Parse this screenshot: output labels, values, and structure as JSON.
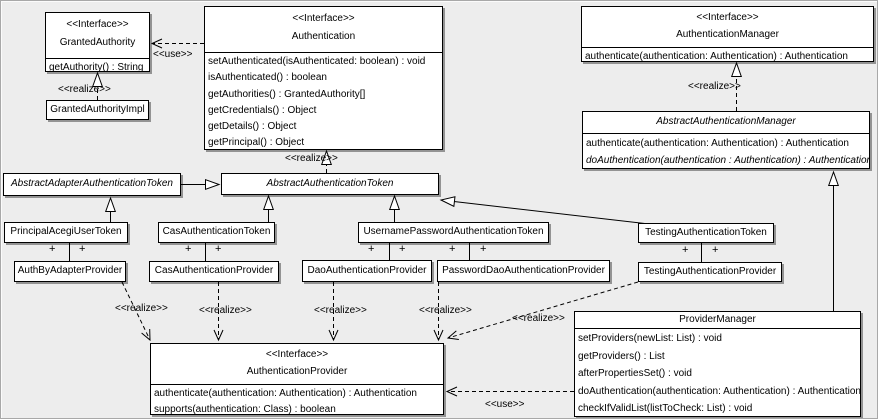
{
  "colors": {
    "background": "#ededed",
    "box_fill": "#ffffff",
    "line": "#000000"
  },
  "edge_labels": {
    "realize": "<<realize>>",
    "use": "<<use>>",
    "plus": "+"
  },
  "classes": {
    "granted_authority": {
      "stereotype": "<<Interface>>",
      "name": "GrantedAuthority",
      "methods": [
        "getAuthority() : String"
      ]
    },
    "granted_authority_impl": {
      "name": "GrantedAuthorityImpl"
    },
    "authentication": {
      "stereotype": "<<Interface>>",
      "name": "Authentication",
      "methods": [
        "setAuthenticated(isAuthenticated: boolean) : void",
        "isAuthenticated() : boolean",
        "getAuthorities() : GrantedAuthority[]",
        "getCredentials() : Object",
        "getDetails() : Object",
        "getPrincipal() : Object"
      ]
    },
    "authentication_manager": {
      "stereotype": "<<Interface>>",
      "name": "AuthenticationManager",
      "methods": [
        "authenticate(authentication: Authentication) : Authentication"
      ]
    },
    "abstract_authentication_manager": {
      "name": "AbstractAuthenticationManager",
      "methods": [
        "authenticate(authentication: Authentication) : Authentication",
        "doAuthentication(authentication : Authentication) : Authentication"
      ]
    },
    "abstract_adapter_authentication_token": {
      "name": "AbstractAdapterAuthenticationToken"
    },
    "abstract_authentication_token": {
      "name": "AbstractAuthenticationToken"
    },
    "principal_acegi_user_token": {
      "name": "PrincipalAcegiUserToken"
    },
    "cas_authentication_token": {
      "name": "CasAuthenticationToken"
    },
    "username_password_authentication_token": {
      "name": "UsernamePasswordAuthenticationToken"
    },
    "testing_authentication_token": {
      "name": "TestingAuthenticationToken"
    },
    "auth_by_adapter_provider": {
      "name": "AuthByAdapterProvider"
    },
    "cas_authentication_provider": {
      "name": "CasAuthenticationProvider"
    },
    "dao_authentication_provider": {
      "name": "DaoAuthenticationProvider"
    },
    "password_dao_authentication_provider": {
      "name": "PasswordDaoAuthenticationProvider"
    },
    "testing_authentication_provider": {
      "name": "TestingAuthenticationProvider"
    },
    "authentication_provider": {
      "stereotype": "<<Interface>>",
      "name": "AuthenticationProvider",
      "methods": [
        "authenticate(authentication: Authentication) : Authentication",
        "supports(authentication: Class) : boolean"
      ]
    },
    "provider_manager": {
      "name": "ProviderManager",
      "methods": [
        "setProviders(newList: List) : void",
        "getProviders() : List",
        "afterPropertiesSet() : void",
        "doAuthentication(authentication: Authentication) : Authentication",
        "checkIfValidList(listToCheck: List) : void"
      ]
    }
  }
}
